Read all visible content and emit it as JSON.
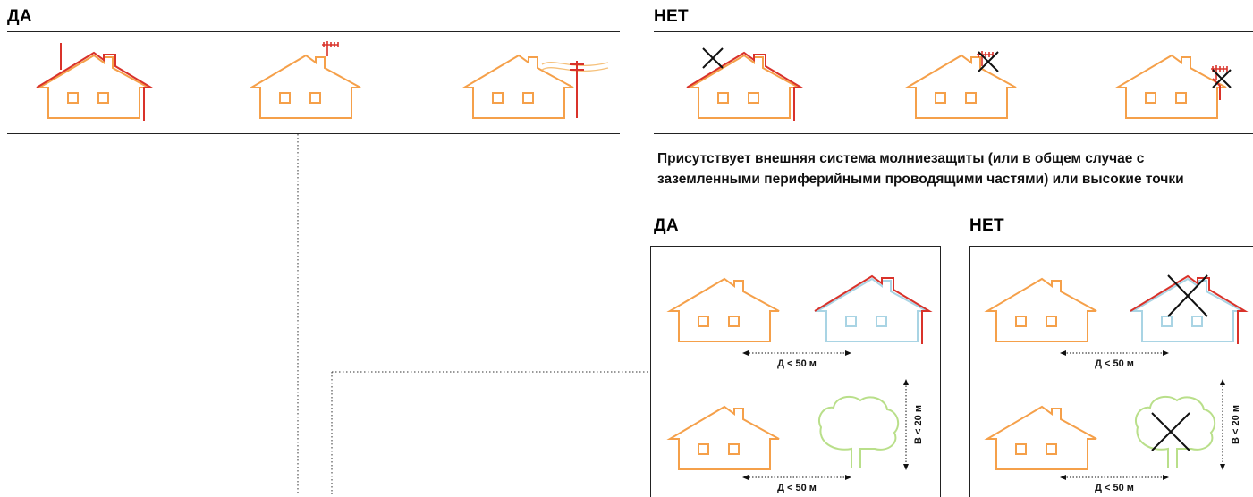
{
  "left_heading": "ДА",
  "right_heading": "НЕТ",
  "description": "Присутствует внешняя система молниезащиты (или в общем случае с заземленными периферийными проводящими частями) или высокие точки",
  "sub_yes_heading": "ДА",
  "sub_no_heading": "НЕТ",
  "distance_label": "Д < 50 м",
  "height_label": "В < 20 м",
  "colors": {
    "house_orange": "#f5a04a",
    "conductor_red": "#d9322a",
    "house_blue": "#a9d4e4",
    "tree_green": "#b9df8a",
    "cross": "#111111"
  }
}
